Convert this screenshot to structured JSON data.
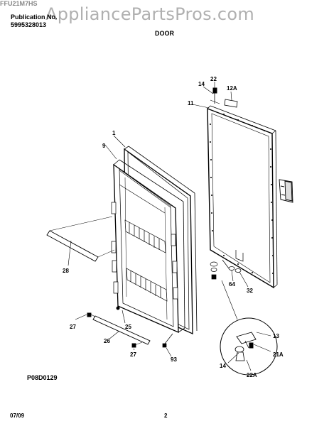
{
  "header": {
    "publication_label": "Publication No.",
    "publication_number": "5995328013",
    "model": "FFU21M7HS",
    "watermark": "AppliancePartsPros.com"
  },
  "section_title": "DOOR",
  "callouts": {
    "c1": "1",
    "c9": "9",
    "c11": "11",
    "c12a": "12A",
    "c13": "13",
    "c14_top": "14",
    "c14_bottom": "14",
    "c21a": "21A",
    "c22_top": "22",
    "c22a": "22A",
    "c25": "25",
    "c26": "26",
    "c27_upper": "27",
    "c27_lower": "27",
    "c28": "28",
    "c32": "32",
    "c64": "64",
    "c93": "93"
  },
  "diagram_code": "P08D0129",
  "footer": {
    "date": "07/09",
    "page": "2"
  }
}
